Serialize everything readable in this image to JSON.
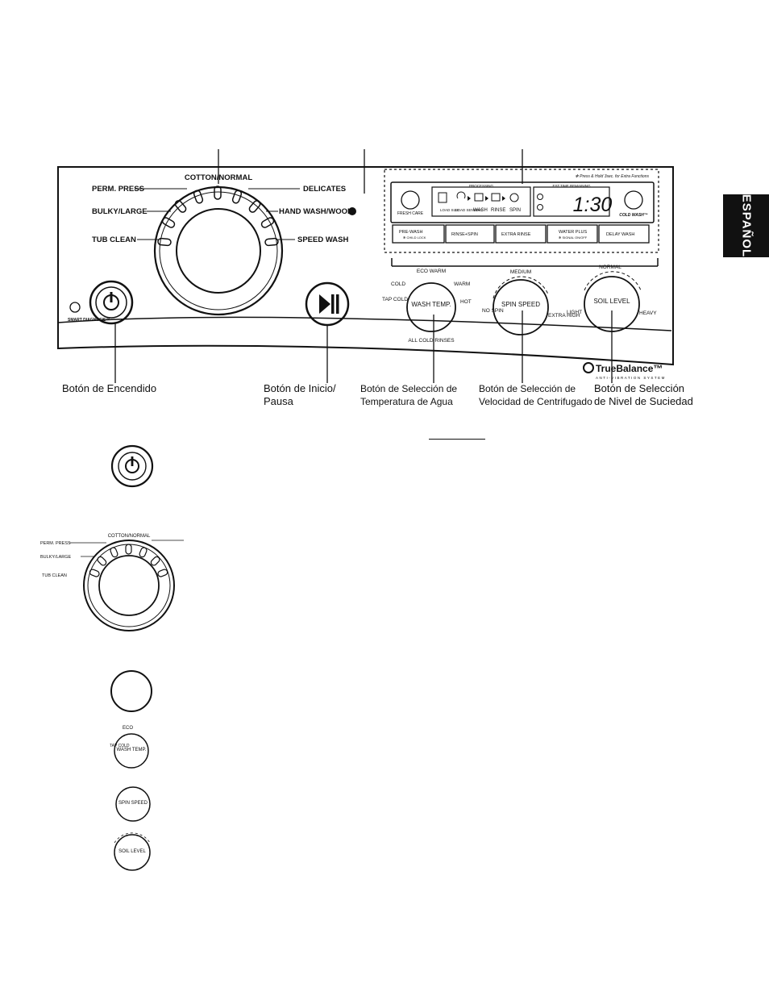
{
  "side_tab": "ESPAÑOL",
  "panel": {
    "cycles": {
      "cotton": "COTTON/NORMAL",
      "perm": "PERM. PRESS",
      "bulky": "BULKY/LARGE",
      "tub": "TUB CLEAN",
      "delicates": "DELICATES",
      "hand": "HAND WASH/WOOL",
      "speed": "SPEED WASH"
    },
    "smart_diagnosis": "SMART DIAGNOSIS™",
    "display": {
      "note": "✻ Press & Hold 3sec. for Extra Functions",
      "processing": "PROCESSING",
      "est_time": "EST.TIME REMAINING",
      "time": "1:30",
      "fresh_care": "FRESH CARE",
      "cold_wash": "COLD WASH™",
      "steps": [
        "LOAD SIZE",
        "LOAD SENSING",
        "WASH",
        "RINSE",
        "SPIN"
      ]
    },
    "options": [
      "PRE-WASH",
      "RINSE+SPIN",
      "EXTRA RINSE",
      "WATER PLUS",
      "DELAY WASH"
    ],
    "option_subs": [
      "✻ CHILD LOCK",
      "✻ SIGNAL ON/OFF"
    ],
    "temp": {
      "eco": "ECO WARM",
      "cold": "COLD",
      "warm": "WARM",
      "tap": "TAP COLD",
      "hot": "HOT",
      "knob": "WASH TEMP.",
      "all": "ALL COLD RINSES"
    },
    "spin": {
      "medium": "MEDIUM",
      "no": "NO SPIN",
      "extra": "EXTRA HIGH",
      "knob": "SPIN SPEED"
    },
    "soil": {
      "normal": "NORMAL",
      "light": "LIGHT",
      "heavy": "HEAVY",
      "knob": "SOIL LEVEL"
    },
    "brand": "TrueBalance™",
    "brand_sub": "ANTI-VIBRATION SYSTEM"
  },
  "callouts": {
    "power": "Botón de Encendido",
    "start_1": "Botón de Inicio/",
    "start_2": "Pausa",
    "temp_1": "Botón de Selección de",
    "temp_2": "Temperatura de Agua",
    "spin_1": "Botón de Selección de",
    "spin_2": "Velocidad de Centrifugado",
    "soil_1": "Botón de Selección",
    "soil_2": "de Nivel de Suciedad"
  },
  "small": {
    "cotton": "COTTON/NORMAL",
    "perm": "PERM. PRESS",
    "bulky": "BULKY/LARGE",
    "tub": "TUB CLEAN",
    "eco_fragment": "ECO",
    "tap": "TAP COLD",
    "temp": "WASH TEMP.",
    "spin": "SPIN SPEED",
    "soil": "SOIL LEVEL"
  }
}
